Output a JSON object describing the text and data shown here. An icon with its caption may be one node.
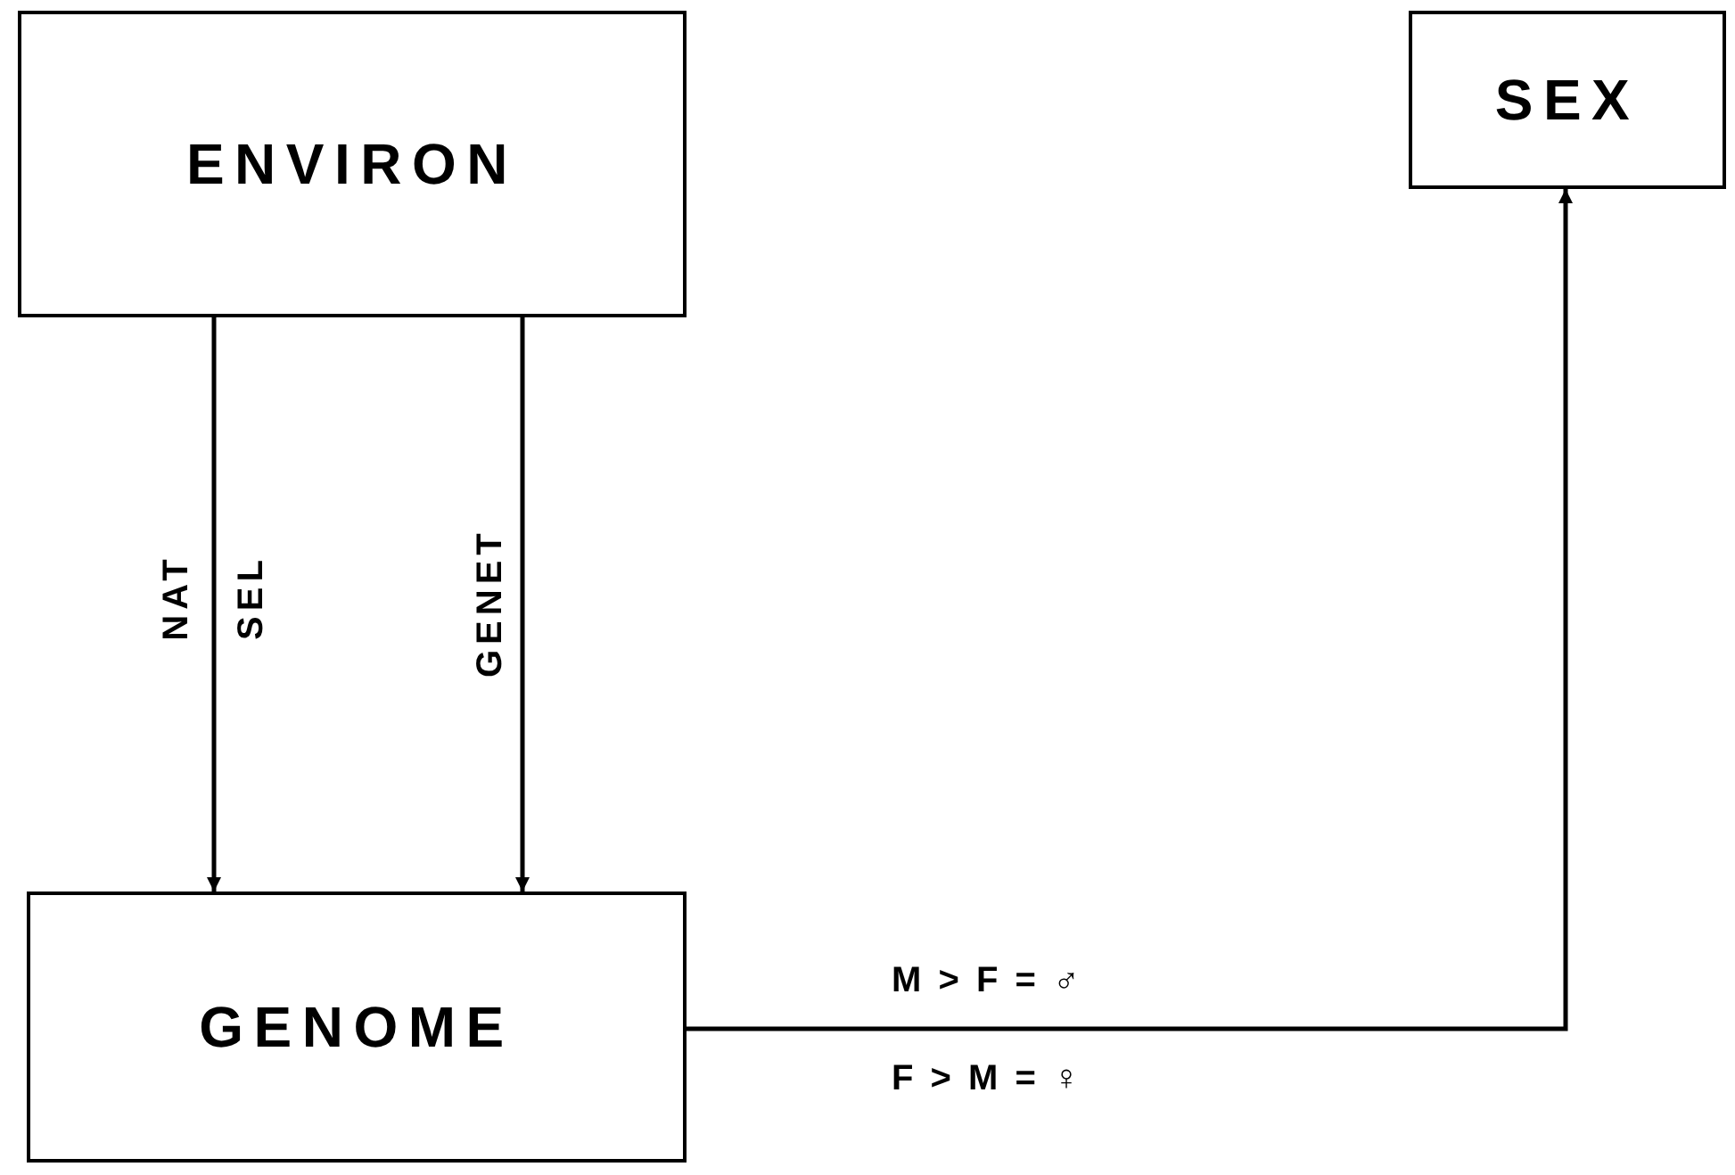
{
  "diagram": {
    "nodes": [
      {
        "text": [
          "ENVIRON"
        ]
      },
      {
        "text": [
          "SEX"
        ]
      },
      {
        "text": [
          "GENOME"
        ]
      }
    ],
    "edges": [
      {
        "from": 0,
        "to": 2,
        "arrow": "to",
        "label": "NAT SEL"
      },
      {
        "from": 0,
        "to": 2,
        "arrow": "to",
        "label": "GENET"
      },
      {
        "from": 2,
        "to": 1,
        "arrow": "to"
      }
    ],
    "labels": [
      "M > F = ♂",
      "F > M = ♀"
    ]
  }
}
